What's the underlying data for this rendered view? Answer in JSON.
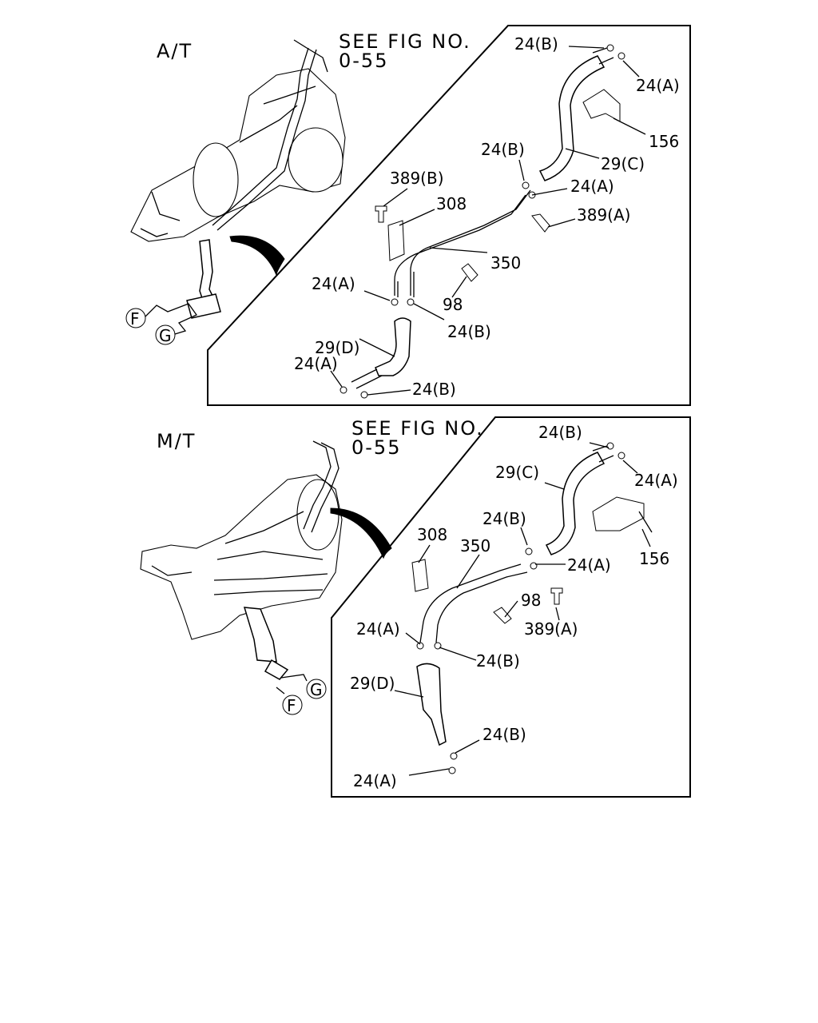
{
  "top": {
    "transmission_label": "A/T",
    "see_fig_line1": "SEE FIG NO.",
    "see_fig_line2": "0-55",
    "connector_f": "F",
    "connector_g": "G",
    "callouts": [
      "24(B)",
      "24(A)",
      "156",
      "29(C)",
      "24(B)",
      "24(A)",
      "389(B)",
      "308",
      "389(A)",
      "350",
      "24(A)",
      "98",
      "24(B)",
      "29(D)",
      "24(A)",
      "24(B)"
    ]
  },
  "bottom": {
    "transmission_label": "M/T",
    "see_fig_line1": "SEE FIG NO.",
    "see_fig_line2": "0-55",
    "connector_f": "F",
    "connector_g": "G",
    "callouts": [
      "24(B)",
      "29(C)",
      "24(A)",
      "24(B)",
      "308",
      "350",
      "24(A)",
      "156",
      "98",
      "389(A)",
      "24(A)",
      "24(B)",
      "29(D)",
      "24(B)",
      "24(A)"
    ]
  }
}
